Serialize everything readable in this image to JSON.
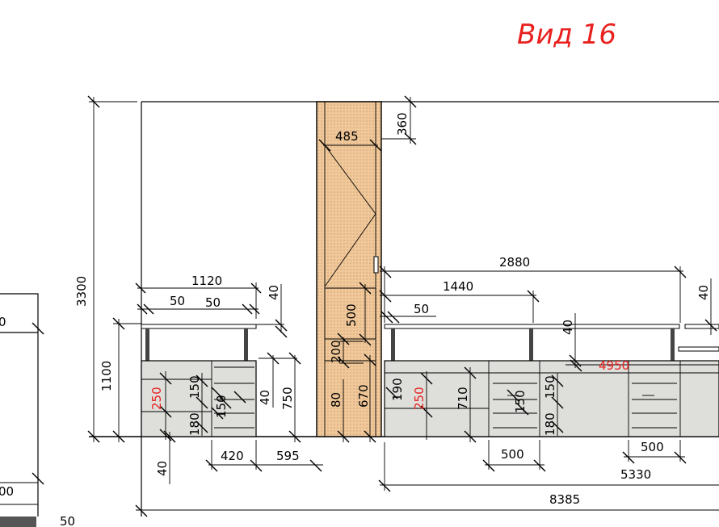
{
  "title": "Вид 16",
  "dimensions": {
    "height_total": "3300",
    "height_base": "1100",
    "w_1120": "1120",
    "w_50a": "50",
    "w_50b": "50",
    "h_40_left": "40",
    "h_750": "750",
    "h_40_mid": "40",
    "h_250_left": "250",
    "h_150_left": "150",
    "h_150b_left": "150",
    "h_180_left": "180",
    "w_420": "420",
    "w_595": "595",
    "h_40_bottom": "40",
    "w_485": "485",
    "h_360": "360",
    "h_500_col": "500",
    "h_200": "200",
    "h_80": "80",
    "h_670": "670",
    "w_2880": "2880",
    "w_1440": "1440",
    "w_50_right": "50",
    "h_40_right": "40",
    "h_40_top_right": "40",
    "w_4950": "4950",
    "h_190": "190",
    "h_250_right": "250",
    "h_710": "710",
    "h_150_r1": "150",
    "h_150_r2": "150",
    "h_180_right": "180",
    "w_500_a": "500",
    "w_500_b": "500",
    "w_5330": "5330",
    "w_8385": "8385",
    "left_edge_0": "0",
    "left_edge_00": "00",
    "w_50_corner": "50"
  },
  "colors": {
    "accent": "#e8201e",
    "column_fill": "#f0c89a",
    "cabinet_fill": "#dededb"
  }
}
